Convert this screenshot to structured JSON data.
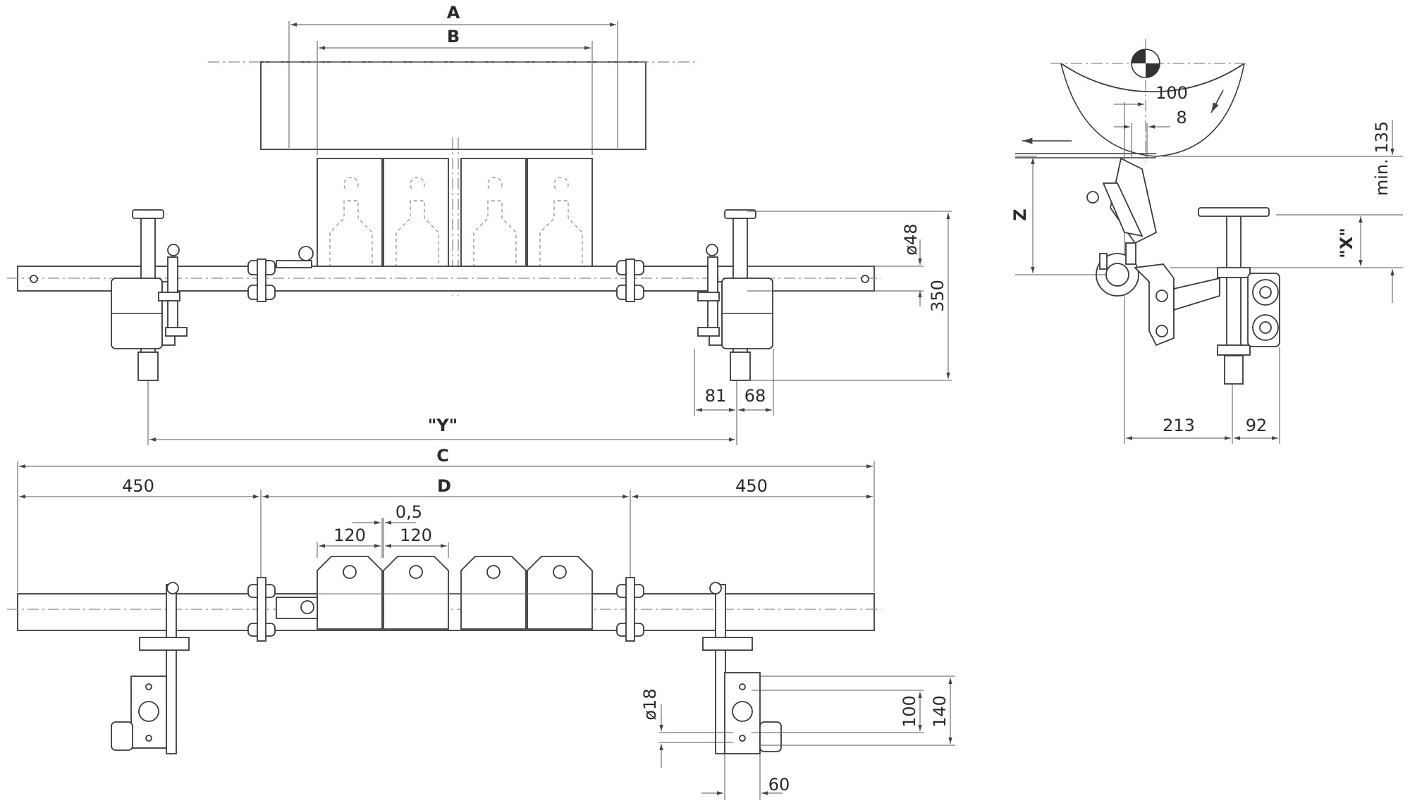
{
  "labels": {
    "A": "A",
    "B": "B",
    "C": "C",
    "D": "D",
    "Y": "\"Y\"",
    "X": "\"X\"",
    "Z": "Z"
  },
  "dimensions": {
    "d48": "ø48",
    "h350": "350",
    "w81": "81",
    "w68": "68",
    "left450": "450",
    "right450": "450",
    "gap05": "0,5",
    "blade120a": "120",
    "blade120b": "120",
    "d18": "ø18",
    "h100": "100",
    "h140": "140",
    "w60": "60",
    "drum100": "100",
    "drum8": "8",
    "min135": "min. 135",
    "w213": "213",
    "w92": "92"
  },
  "colors": {
    "line": "#3a3a3a",
    "hatch": "#e9e9e9",
    "background": "#ffffff"
  }
}
